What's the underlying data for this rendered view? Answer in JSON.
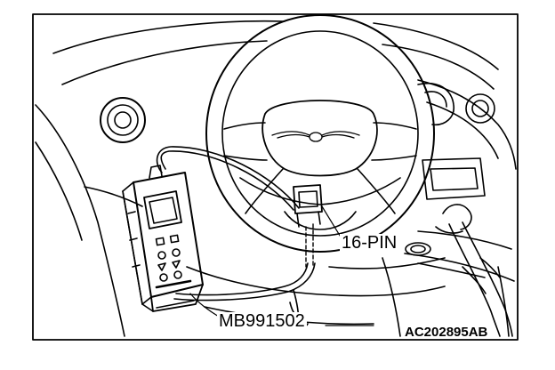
{
  "labels": {
    "connector": "16-PIN",
    "tool": "MB991502",
    "figure_code": "AC202895AB"
  },
  "icons": {
    "illustration": "scan-tool-connected-to-vehicle-diagnostic-connector",
    "scan_tool": "handheld-scan-tool-icon",
    "steering_wheel": "steering-wheel-icon",
    "emblem": "winged-emblem-icon",
    "connector": "16-pin-diagnostic-connector-icon"
  },
  "colors": {
    "line": "#000000",
    "background": "#ffffff"
  }
}
